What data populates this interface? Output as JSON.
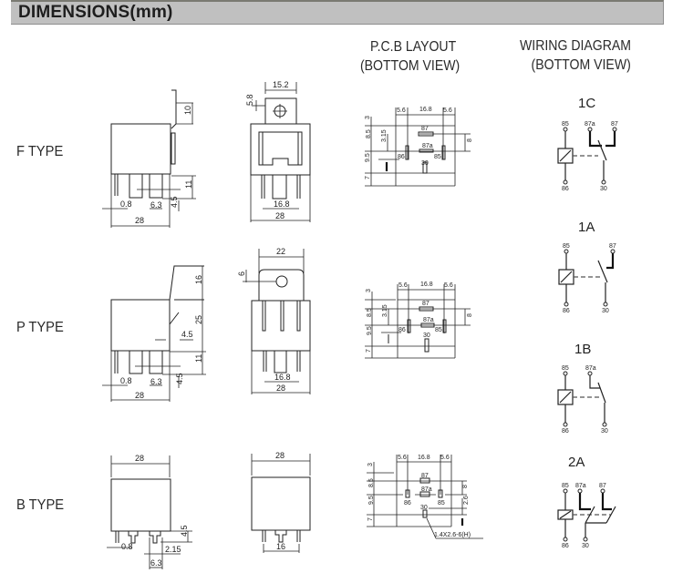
{
  "header": {
    "title": "DIMENSIONS(mm)"
  },
  "columns": {
    "pcb_layout": {
      "line1": "P.C.B LAYOUT",
      "line2": "(BOTTOM VIEW)"
    },
    "wiring_diagram": {
      "line1": "WIRING DIAGRAM",
      "line2": "(BOTTOM VIEW)"
    }
  },
  "rows": [
    {
      "type_label": "F TYPE",
      "side_view_dims": {
        "bracket_height": "10",
        "pin_length": "11",
        "pin_offset": "4.5",
        "pin_thickness": "0.8",
        "pin_width": "6.3",
        "body_width": "28"
      },
      "front_view_dims": {
        "bracket_width": "15.2",
        "hole_offset": "5.8",
        "pin_span": "16.8",
        "body_width": "28"
      },
      "pcb_dims": {
        "left_margin": "5.6",
        "center_span": "16.8",
        "right_margin": "5.6",
        "top": "3",
        "row1": "8.5",
        "row2": "9.5",
        "bottom": "7",
        "offset": "3.15",
        "right_height": "8"
      },
      "pcb_pins": [
        "87",
        "87a",
        "86",
        "85",
        "30"
      ]
    },
    {
      "type_label": "P TYPE",
      "side_view_dims": {
        "bracket_height": "16",
        "body_height": "25",
        "bracket_offset": "4.5",
        "pin_length": "11",
        "pin_offset": "4.5",
        "pin_thickness": "0.8",
        "pin_width": "6.3",
        "body_width": "28"
      },
      "front_view_dims": {
        "bracket_width": "22",
        "hole_offset": "6",
        "pin_span": "16.8",
        "body_width": "28"
      },
      "pcb_dims": {
        "left_margin": "5.6",
        "center_span": "16.8",
        "right_margin": "5.6",
        "top": "3",
        "row1": "8.5",
        "row2": "9.5",
        "bottom": "7",
        "offset": "3.15",
        "right_height": "8"
      },
      "pcb_pins": [
        "87",
        "87a",
        "86",
        "85",
        "30"
      ]
    },
    {
      "type_label": "B TYPE",
      "side_view_dims": {
        "body_width": "28",
        "pin_length": "4.5",
        "pin_thickness": "0.8",
        "pin_gap": "2.15",
        "pin_width": "6.3"
      },
      "front_view_dims": {
        "body_width": "28",
        "pin_span": "16"
      },
      "pcb_dims": {
        "left_margin": "5.6",
        "center_span": "16.8",
        "right_margin": "5.6",
        "top": "3",
        "row1": "8.5",
        "row2": "9.5",
        "bottom": "7",
        "right_height": "8",
        "right_offset": "2.6",
        "hole_note": "1.4X2.6-6(H)"
      },
      "pcb_pins": [
        "87",
        "87a",
        "86",
        "85",
        "30"
      ]
    }
  ],
  "wiring": [
    {
      "title": "1C",
      "terminals": [
        "85",
        "87a",
        "87",
        "86",
        "30"
      ]
    },
    {
      "title": "1A",
      "terminals": [
        "85",
        "87",
        "86",
        "30"
      ]
    },
    {
      "title": "1B",
      "terminals": [
        "85",
        "87a",
        "86",
        "30"
      ]
    },
    {
      "title": "2A",
      "terminals": [
        "85",
        "87a",
        "87",
        "86",
        "30"
      ]
    }
  ]
}
